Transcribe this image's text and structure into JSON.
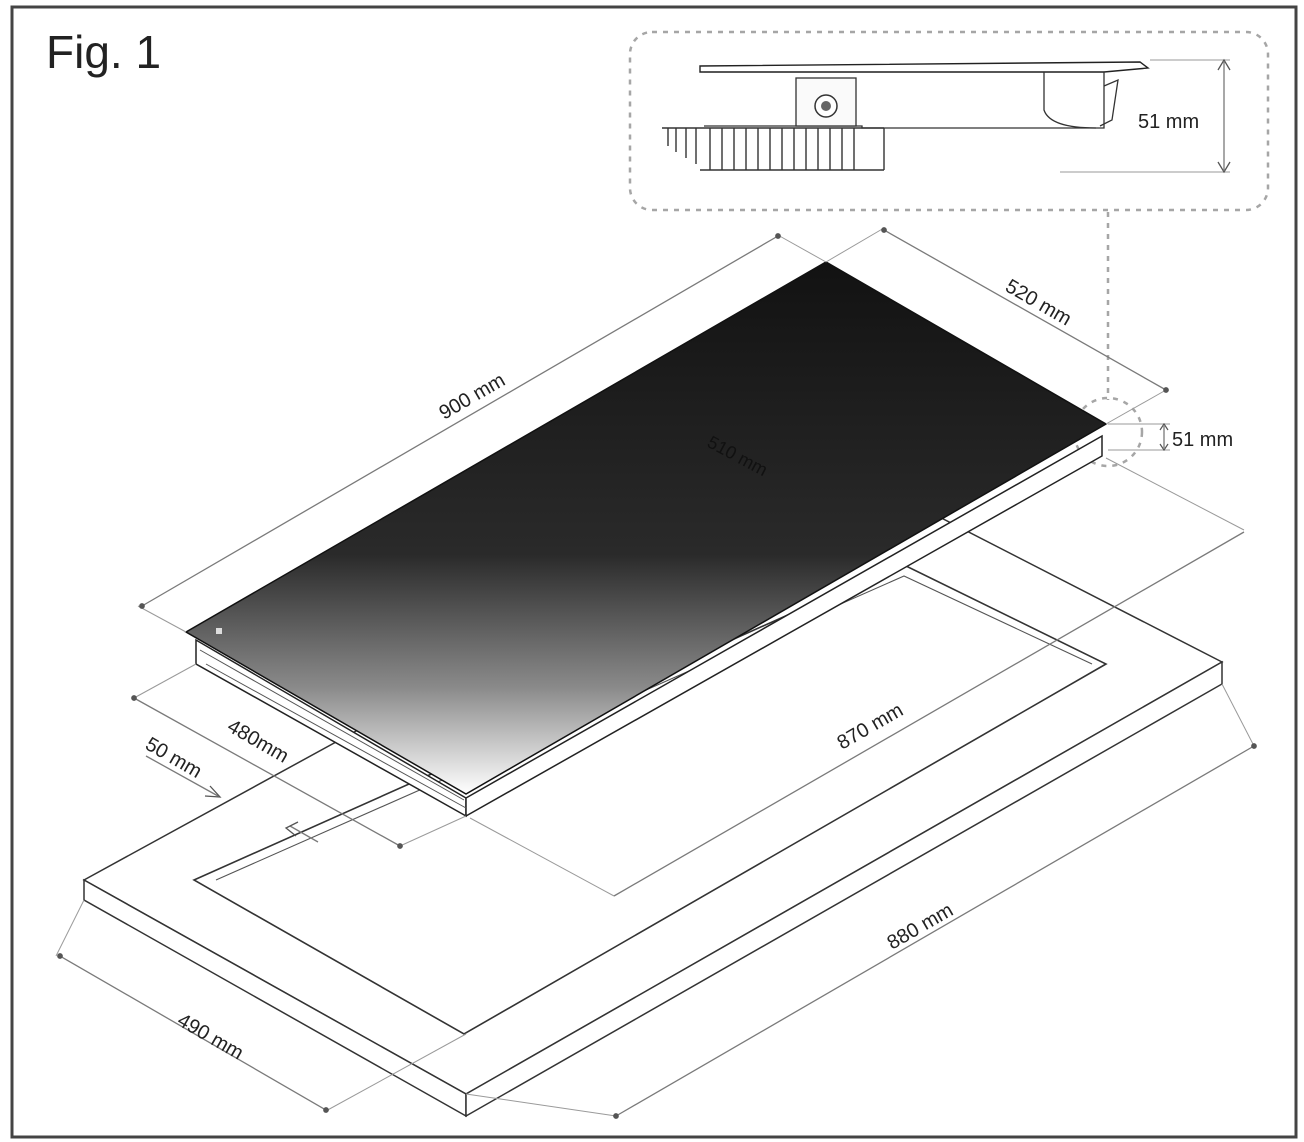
{
  "figure": {
    "title": "Fig. 1"
  },
  "dimensions": {
    "hob_length": "900 mm",
    "hob_width": "520 mm",
    "hob_inner_width": "510 mm",
    "hob_height": "51 mm",
    "detail_height": "51 mm",
    "cutout_length": "870 mm",
    "cutout_width": "480mm",
    "front_margin": "50 mm",
    "worktop_length": "880 mm",
    "worktop_width": "490 mm"
  },
  "colors": {
    "frame": "#444444",
    "glass_top": "#1a1a1a",
    "glass_bottom": "#ffffff",
    "dimension": "#7a7a7a"
  }
}
